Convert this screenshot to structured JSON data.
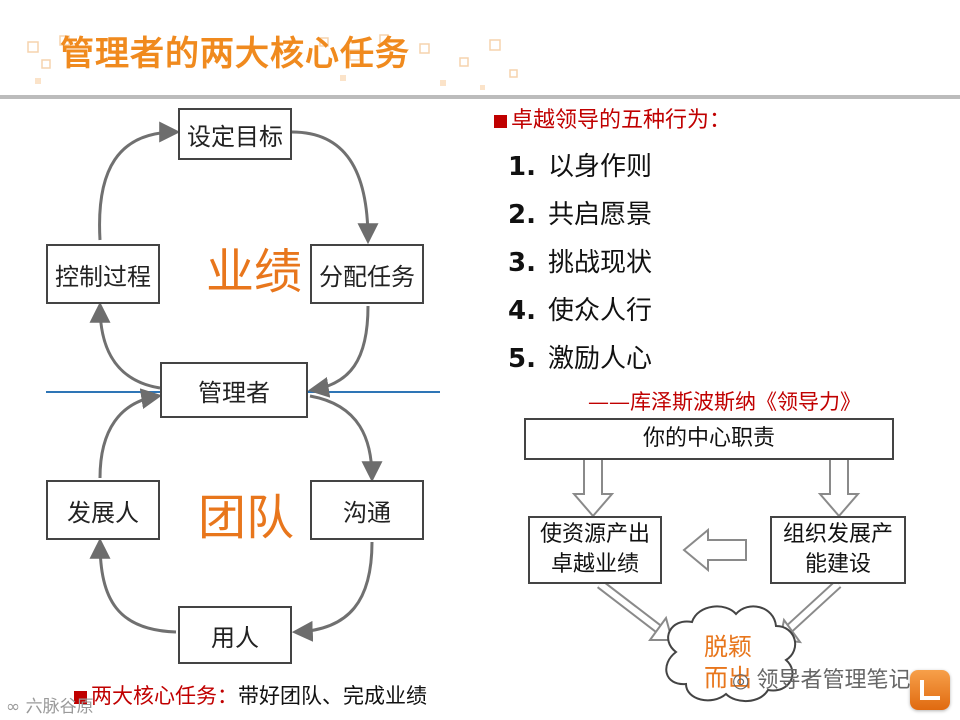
{
  "title": "管理者的两大核心任务",
  "cycle": {
    "nodes": {
      "goal": "设定目标",
      "assign": "分配任务",
      "control": "控制过程",
      "manager": "管理者",
      "develop": "发展人",
      "communicate": "沟通",
      "use": "用人"
    },
    "label_top": "业绩",
    "label_bottom": "团队"
  },
  "leadership": {
    "heading": "卓越领导的五种行为：",
    "items": [
      {
        "num": "1.",
        "text": "以身作则"
      },
      {
        "num": "2.",
        "text": "共启愿景"
      },
      {
        "num": "3.",
        "text": "挑战现状"
      },
      {
        "num": "4.",
        "text": "使众人行"
      },
      {
        "num": "5.",
        "text": "激励人心"
      }
    ],
    "attribution": "——库泽斯波斯纳《领导力》"
  },
  "flow": {
    "center_duty": "你的中心职责",
    "left_box": "使资源产出卓越业绩",
    "right_box": "组织发展产能建设",
    "cloud": "脱颖而出"
  },
  "bottom_note": {
    "label": "两大核心任务：",
    "text": "带好团队、完成业绩"
  },
  "watermarks": {
    "left": "六脉谷原",
    "right": "领导者管理笔记"
  },
  "colors": {
    "title": "#f08a1e",
    "accent_red": "#c00000",
    "big_label": "#e8761c",
    "divider_blue": "#2e75b6"
  }
}
